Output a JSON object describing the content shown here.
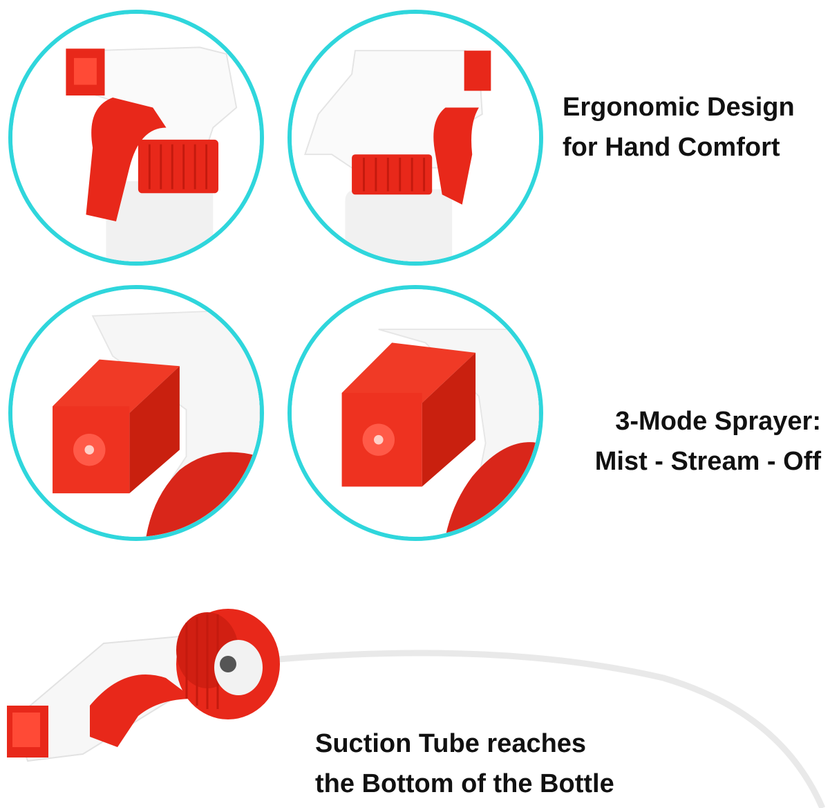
{
  "captions": {
    "ergonomic": {
      "line1": "Ergonomic Design",
      "line2": "for Hand Comfort"
    },
    "modes": {
      "line1": "3-Mode Sprayer:",
      "line2": "Mist - Stream - Off"
    },
    "suction": {
      "line1": "Suction Tube reaches",
      "line2": "the Bottom of the Bottle"
    }
  },
  "colors": {
    "circle_border": "#2fd6dc",
    "sprayer_red": "#e8281a",
    "sprayer_white": "#ffffff",
    "text": "#111111"
  }
}
